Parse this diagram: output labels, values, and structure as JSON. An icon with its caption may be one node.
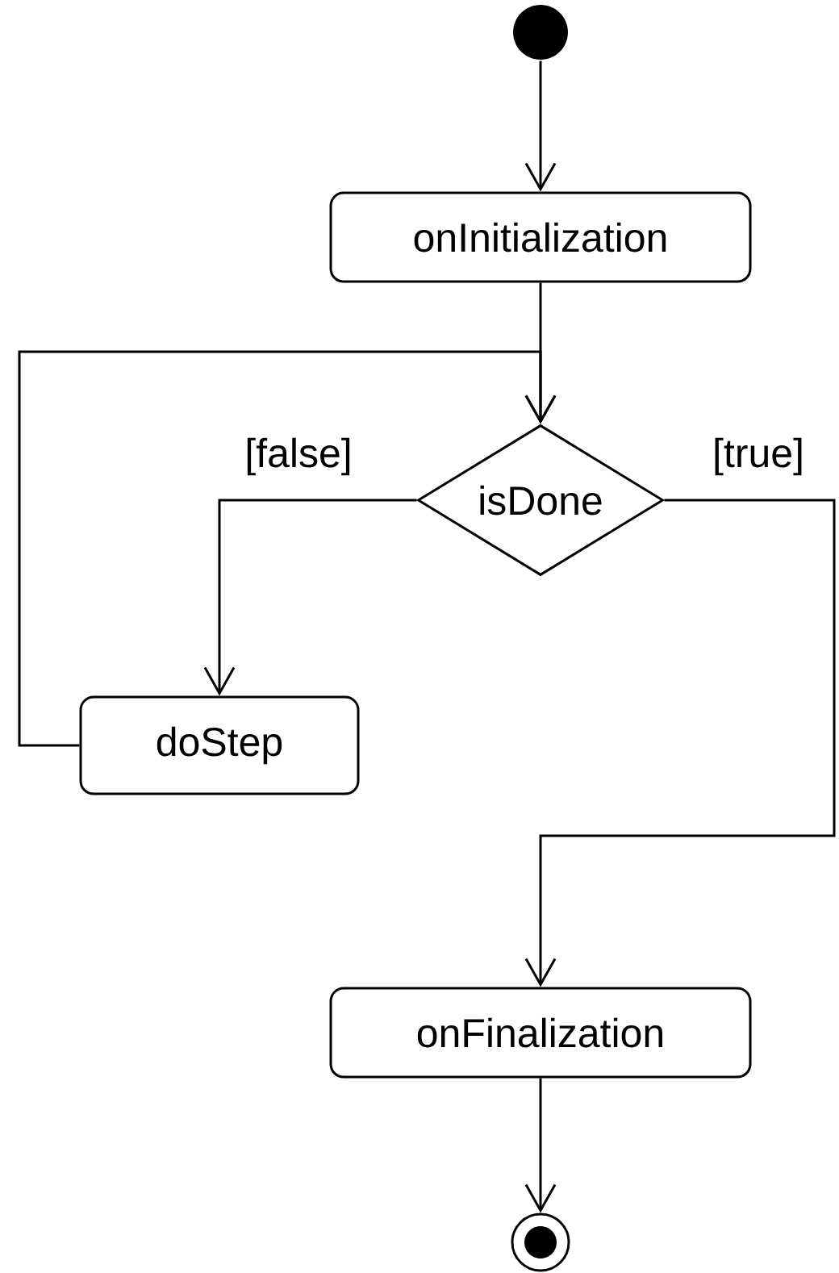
{
  "diagram": {
    "nodes": [
      {
        "text": [],
        "shape": "circle"
      },
      {
        "text": [
          "onInitialization"
        ]
      },
      {
        "text": [
          "isDone"
        ]
      },
      {
        "text": [
          "doStep"
        ]
      },
      {
        "text": [
          "onFinalization"
        ]
      },
      {
        "text": [],
        "shape": "circle"
      }
    ],
    "edges": [
      {
        "from": 0,
        "to": 1,
        "arrow": "to"
      },
      {
        "from": 1,
        "to": 2,
        "arrow": "to"
      },
      {
        "from": 3,
        "to": 2,
        "arrow": "to"
      },
      {
        "from": 2,
        "to": 3,
        "arrow": "to",
        "label": "[false]"
      },
      {
        "from": 2,
        "to": 4,
        "arrow": "to",
        "label": "[true]"
      },
      {
        "from": 4,
        "to": 5,
        "arrow": "to"
      }
    ]
  }
}
